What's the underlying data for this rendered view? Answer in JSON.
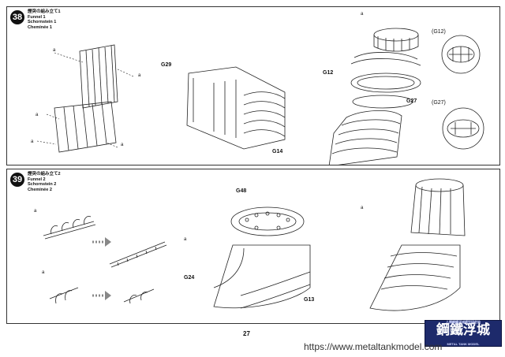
{
  "page_number": "27",
  "url": "https://www.metaltankmodel.com",
  "watermark": {
    "title": "鋼鐵浮城",
    "top_line": "人類鋼鐵浮城模型研究站",
    "bottom_line": "METAL TANK MODEL"
  },
  "step38": {
    "number": "38",
    "title_jp": "煙突の組み立て1",
    "title_en": "Funnel 1",
    "title_de": "Schornstein 1",
    "title_fr": "Cheminée 1",
    "labels": {
      "g29": "G29",
      "g14": "G14",
      "g12": "G12",
      "g27": "G27",
      "g12_detail": "(G12)",
      "g27_detail": "(G27)"
    },
    "callouts": [
      "a",
      "a",
      "a",
      "a",
      "a",
      "a"
    ]
  },
  "step39": {
    "number": "39",
    "title_jp": "煙突の組み立て2",
    "title_en": "Funnel 2",
    "title_de": "Schornstein 2",
    "title_fr": "Cheminée 2",
    "labels": {
      "g48": "G48",
      "g24": "G24",
      "g13": "G13"
    },
    "callouts": [
      "a",
      "a",
      "a",
      "a"
    ]
  },
  "colors": {
    "ink": "#111111",
    "watermark_bg": "#1d2a6b"
  }
}
